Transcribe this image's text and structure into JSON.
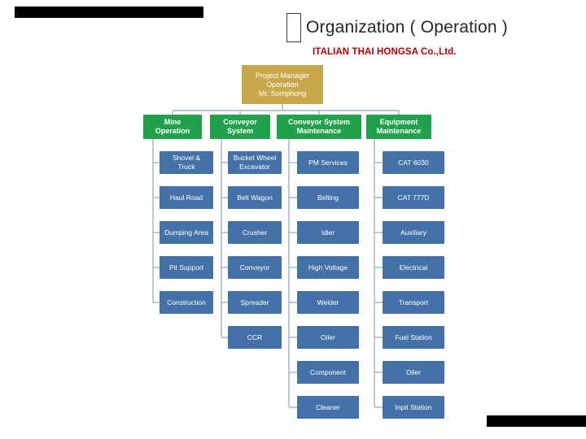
{
  "slide": {
    "title": "Organization ( Operation )",
    "subtitle": "ITALIAN THAI HONGSA Co.,Ltd.",
    "title_glyph": "box-glyph"
  },
  "colors": {
    "root": "#C8A84B",
    "level2": "#21A14B",
    "leaf": "#4472A8",
    "subtitle": "#C00000",
    "title": "#262626",
    "connector": "#9DB5CE",
    "bar": "#000000"
  },
  "chart_data": {
    "type": "diagram",
    "title": "Organization ( Operation )",
    "root": {
      "line1": "Project Manager",
      "line2": "Operation",
      "line3": "Mr. Somphong"
    },
    "branches": [
      {
        "header_line1": "Mine",
        "header_line2": "Operation",
        "items": [
          "Shovel &\nTruck",
          "Haul Road",
          "Dumping Area",
          "Pit Support",
          "Construction"
        ]
      },
      {
        "header_line1": "Conveyor",
        "header_line2": "System",
        "items": [
          "Bucket Wheel\nExcavator",
          "Belt Wagon",
          "Crusher",
          "Conveyor",
          "Spreader",
          "CCR"
        ]
      },
      {
        "header_line1": "Conveyor System",
        "header_line2": "Maintenance",
        "items": [
          "PM Services",
          "Belting",
          "Idler",
          "High Voltage",
          "Welder",
          "Oiler",
          "Component",
          "Cleaner"
        ]
      },
      {
        "header_line1": "Equipment",
        "header_line2": "Maintenance",
        "items": [
          "CAT 6030",
          "CAT 777D",
          "Auxiliary",
          "Electrical",
          "Transport",
          "Fuel Station",
          "Oiler",
          "Inpit Station"
        ]
      }
    ]
  }
}
